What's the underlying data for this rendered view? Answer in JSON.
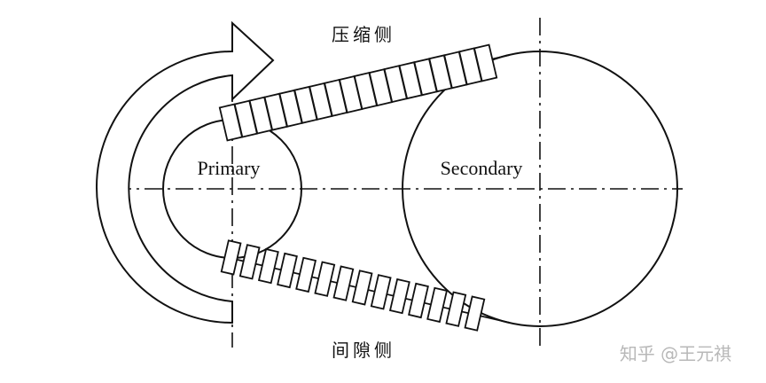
{
  "labels": {
    "top": "压缩侧",
    "bottom": "间隙侧",
    "primary": "Primary",
    "secondary": "Secondary"
  },
  "watermark": "知乎 @王元祺",
  "colors": {
    "ink": "#111111",
    "background": "#ffffff",
    "watermark": "#b8b8b8"
  },
  "diagram": {
    "upper_block_count": 18,
    "lower_block_count": 14
  }
}
